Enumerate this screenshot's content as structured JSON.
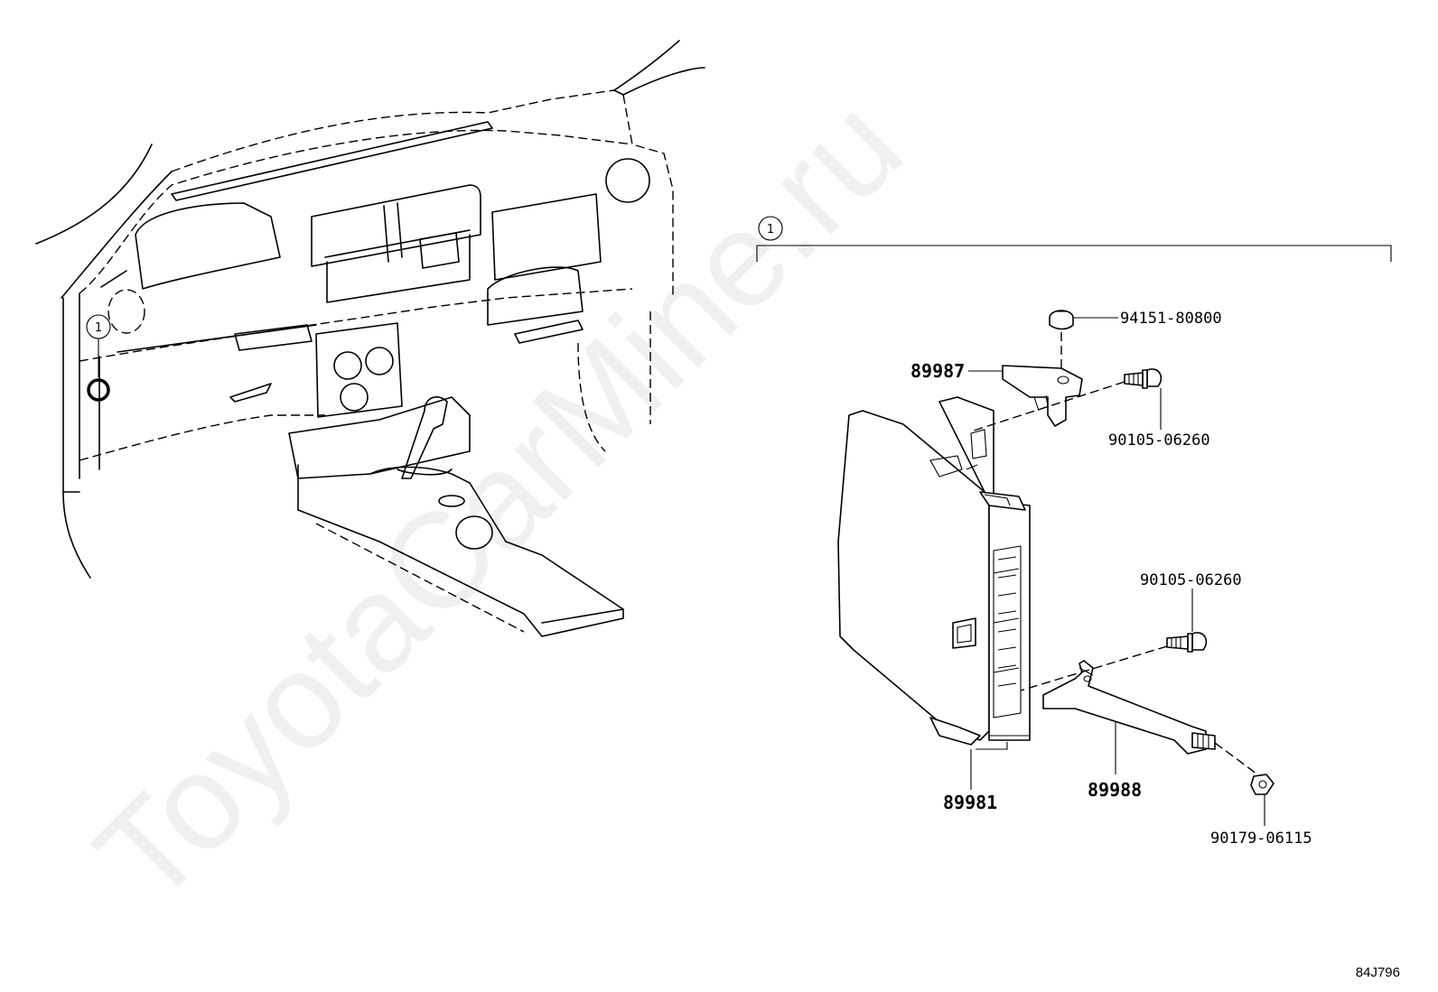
{
  "watermark": "ToyotaCarMine.ru",
  "callout": "1",
  "parts": {
    "p94151": "94151-80800",
    "p89987": "89987",
    "p90105_top": "90105-06260",
    "p90105_mid": "90105-06260",
    "p89981": "89981",
    "p89988": "89988",
    "p90179": "90179-06115"
  },
  "reference_code": "84J796"
}
